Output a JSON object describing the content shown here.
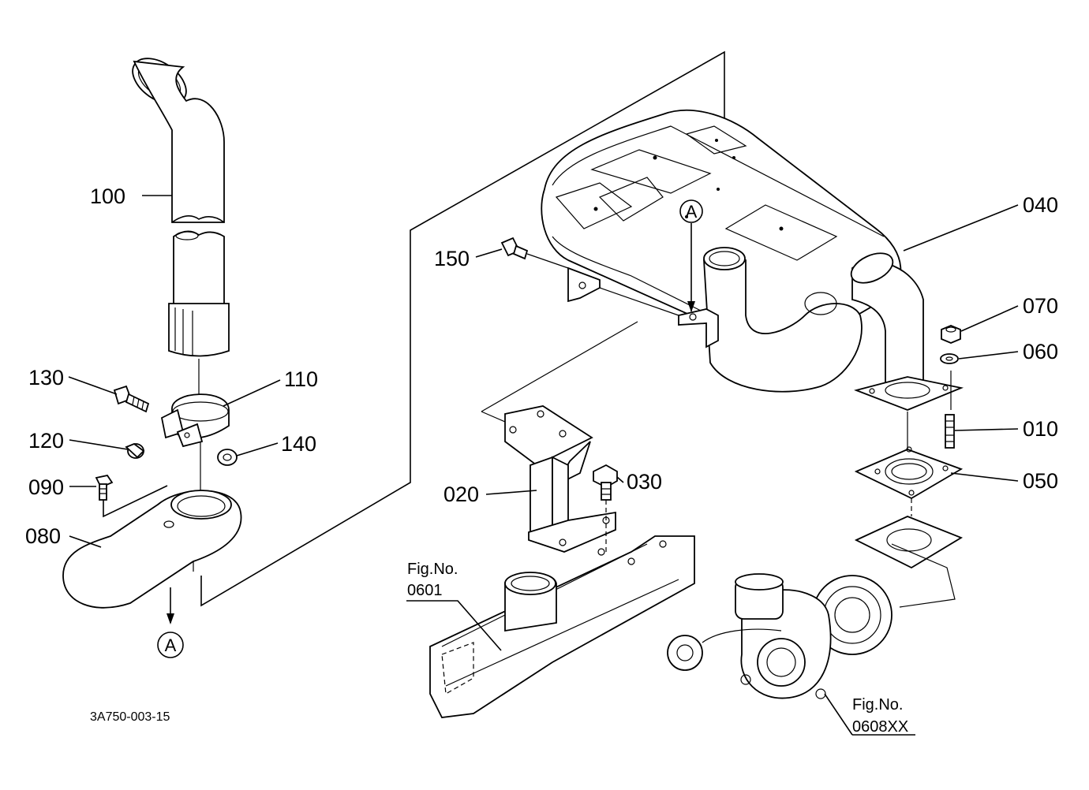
{
  "parts": [
    {
      "id": "p100",
      "number": "100"
    },
    {
      "id": "p130",
      "number": "130"
    },
    {
      "id": "p110",
      "number": "110"
    },
    {
      "id": "p120",
      "number": "120"
    },
    {
      "id": "p140",
      "number": "140"
    },
    {
      "id": "p090",
      "number": "090"
    },
    {
      "id": "p080",
      "number": "080"
    },
    {
      "id": "p150",
      "number": "150"
    },
    {
      "id": "p040",
      "number": "040"
    },
    {
      "id": "p070",
      "number": "070"
    },
    {
      "id": "p060",
      "number": "060"
    },
    {
      "id": "p010",
      "number": "010"
    },
    {
      "id": "p050",
      "number": "050"
    },
    {
      "id": "p020",
      "number": "020"
    },
    {
      "id": "p030",
      "number": "030"
    }
  ],
  "references": [
    {
      "title": "Fig.No.",
      "number": "0601"
    },
    {
      "title": "Fig.No.",
      "number": "0608XX"
    }
  ],
  "markers": {
    "a_top": "A",
    "a_bottom": "A"
  },
  "drawing_code": "3A750-003-15"
}
